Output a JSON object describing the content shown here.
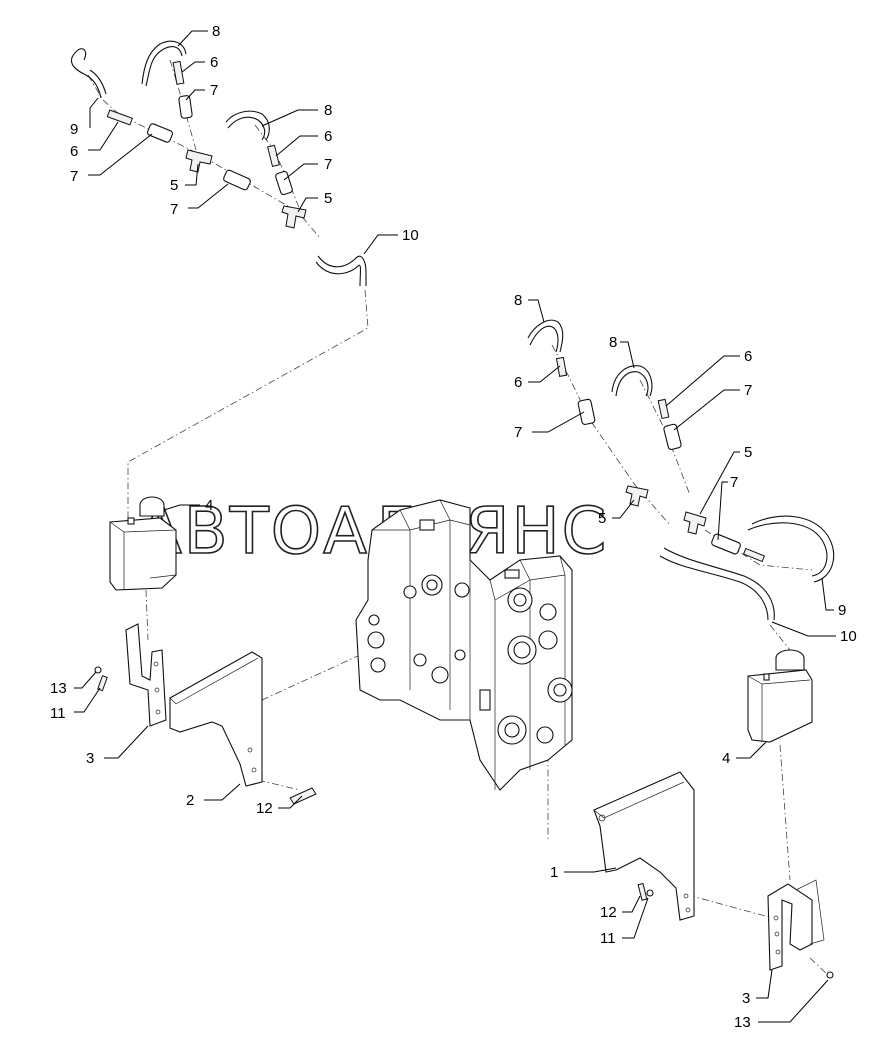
{
  "watermark": "АВТОАЛЬЯНС",
  "callouts": [
    {
      "text": "8"
    },
    {
      "text": "6"
    },
    {
      "text": "7"
    },
    {
      "text": "9"
    },
    {
      "text": "6"
    },
    {
      "text": "7"
    },
    {
      "text": "5"
    },
    {
      "text": "7"
    },
    {
      "text": "8"
    },
    {
      "text": "6"
    },
    {
      "text": "7"
    },
    {
      "text": "5"
    },
    {
      "text": "10"
    },
    {
      "text": "8"
    },
    {
      "text": "6"
    },
    {
      "text": "7"
    },
    {
      "text": "8"
    },
    {
      "text": "6"
    },
    {
      "text": "7"
    },
    {
      "text": "5"
    },
    {
      "text": "5"
    },
    {
      "text": "7"
    },
    {
      "text": "9"
    },
    {
      "text": "10"
    },
    {
      "text": "4"
    },
    {
      "text": "13"
    },
    {
      "text": "11"
    },
    {
      "text": "3"
    },
    {
      "text": "2"
    },
    {
      "text": "12"
    },
    {
      "text": "4"
    },
    {
      "text": "1"
    },
    {
      "text": "12"
    },
    {
      "text": "11"
    },
    {
      "text": "3"
    },
    {
      "text": "13"
    }
  ]
}
